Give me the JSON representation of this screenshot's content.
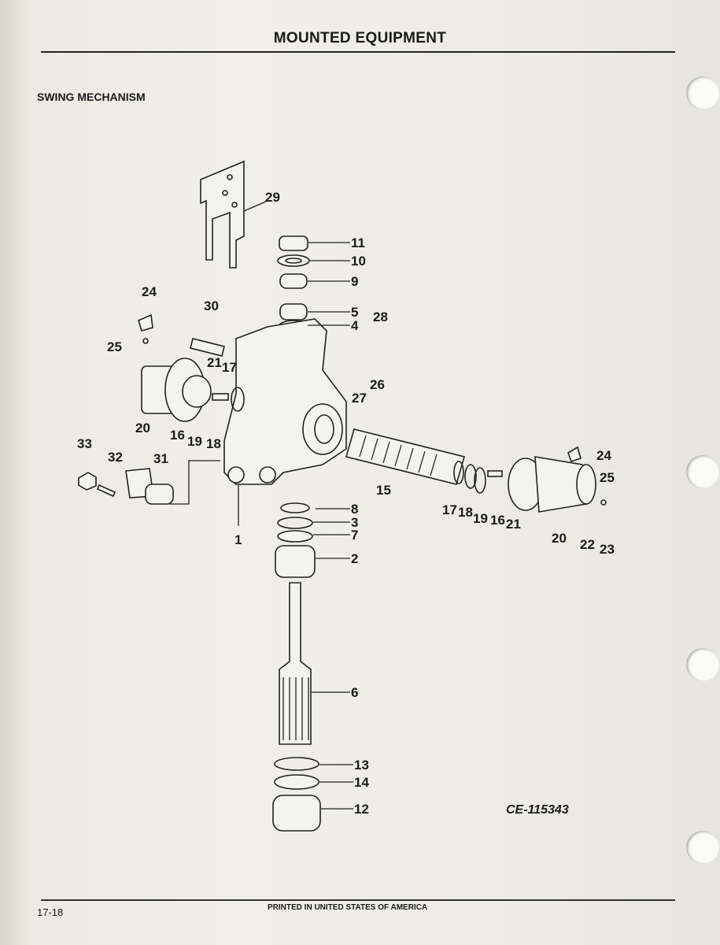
{
  "header": {
    "title": "MOUNTED EQUIPMENT",
    "section": "SWING MECHANISM"
  },
  "diagram": {
    "figure_id": "CE-115343",
    "callouts": [
      "29",
      "11",
      "10",
      "9",
      "5",
      "4",
      "28",
      "30",
      "24",
      "25",
      "21",
      "17",
      "26",
      "27",
      "20",
      "16",
      "19",
      "18",
      "33",
      "32",
      "31",
      "15",
      "1",
      "8",
      "3",
      "7",
      "2",
      "6",
      "13",
      "14",
      "12",
      "17",
      "18",
      "19",
      "16",
      "21",
      "20",
      "22",
      "23",
      "24",
      "25"
    ]
  },
  "footer": {
    "page_number": "17-18",
    "printed": "PRINTED IN UNITED STATES OF AMERICA"
  }
}
